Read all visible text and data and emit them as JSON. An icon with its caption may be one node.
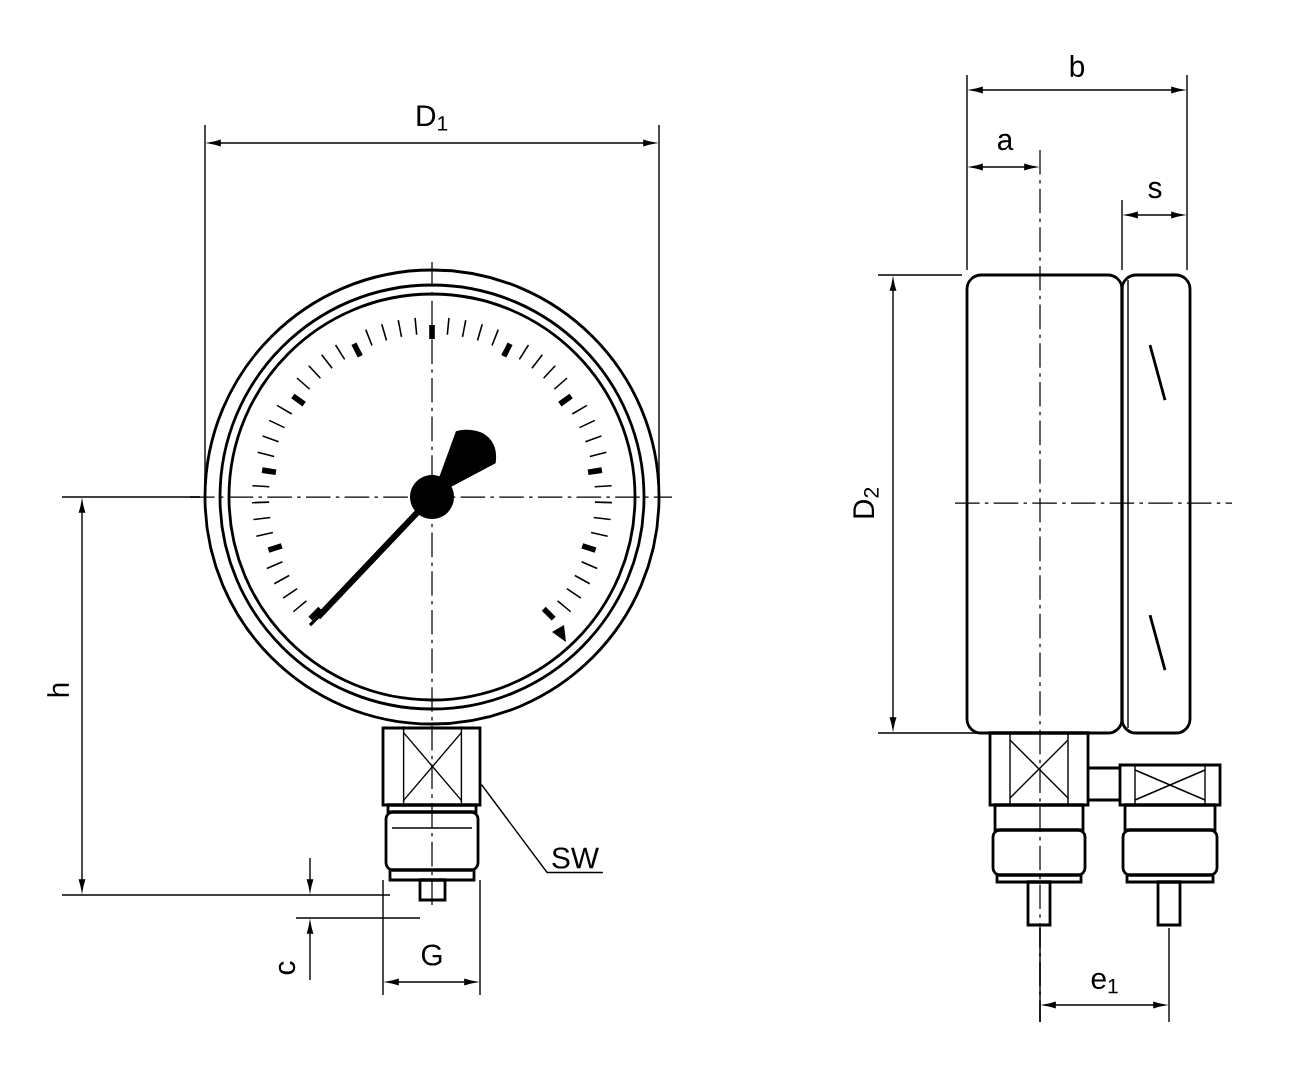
{
  "diagram": {
    "nodes": [
      {
        "text": [
          "SW"
        ]
      },
      {
        "text": [],
        "shape": "box"
      }
    ],
    "edges": [
      {
        "from": 0,
        "to": 1,
        "arrow": "none"
      }
    ],
    "labels": [
      "D$_{1}$",
      "b",
      "a",
      "s",
      "D$_{2}$",
      "h",
      "c",
      "G",
      "e$_{1}$"
    ]
  }
}
